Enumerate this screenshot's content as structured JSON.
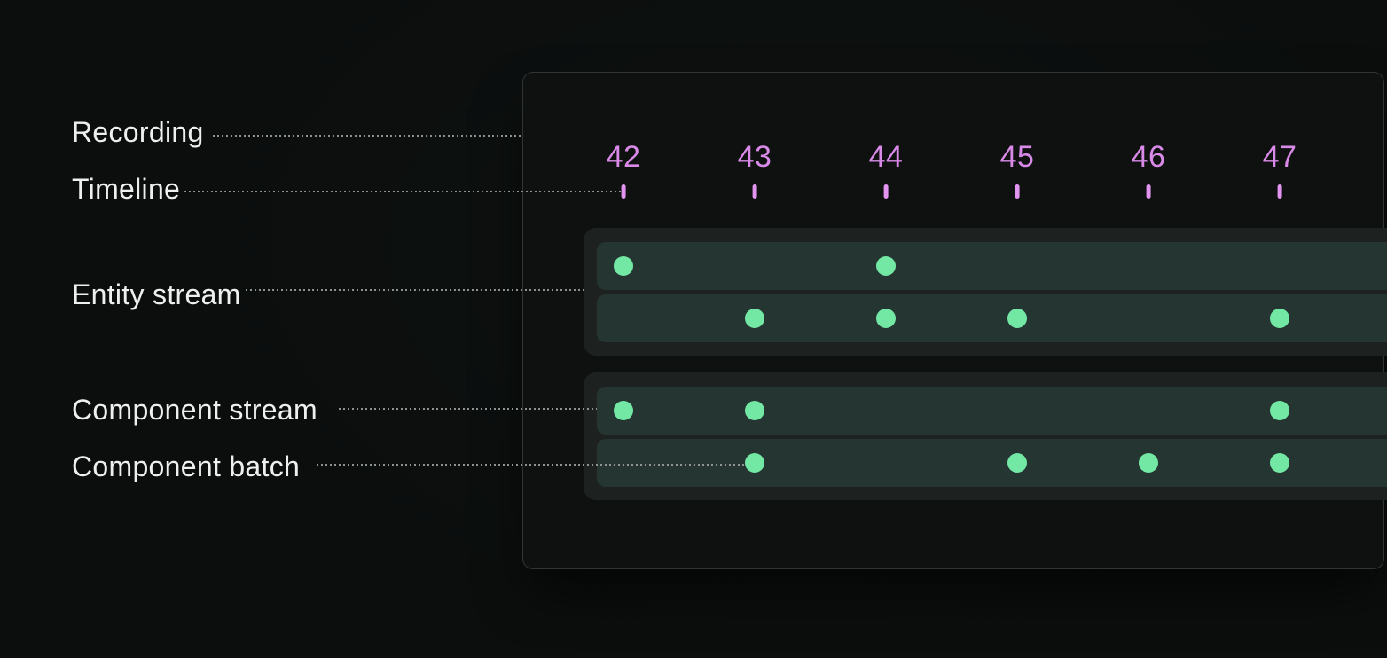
{
  "annotations": {
    "labels": [
      {
        "id": "recording",
        "text": "Recording"
      },
      {
        "id": "timeline",
        "text": "Timeline"
      },
      {
        "id": "entity-stream",
        "text": "Entity stream"
      },
      {
        "id": "component-stream",
        "text": "Component stream"
      },
      {
        "id": "component-batch",
        "text": "Component batch"
      }
    ]
  },
  "timeline": {
    "tick_labels": [
      "42",
      "43",
      "44",
      "45",
      "46",
      "47"
    ]
  },
  "streams": {
    "groups": [
      {
        "id": "entity-stream-1",
        "rows": [
          {
            "id": "component-stream-1a",
            "dots": [
              42,
              44
            ]
          },
          {
            "id": "component-stream-1b",
            "dots": [
              43,
              44,
              45,
              47
            ]
          }
        ]
      },
      {
        "id": "entity-stream-2",
        "rows": [
          {
            "id": "component-stream-2a",
            "dots": [
              42,
              43,
              47
            ]
          },
          {
            "id": "component-stream-2b",
            "dots": [
              43,
              45,
              46,
              47
            ]
          }
        ]
      }
    ]
  },
  "colors": {
    "page_bg": "#0b0e0d",
    "panel_bg": "#0e1110",
    "panel_border": "#2e3534",
    "group_bg": "#1d2221",
    "row_bg": "#253532",
    "dot_green": "#73e8a5",
    "accent_purple": "#d98ae8",
    "tick_purple": "#e394f0",
    "label_text": "#edf0ee",
    "leader_dot": "#8e9392"
  }
}
